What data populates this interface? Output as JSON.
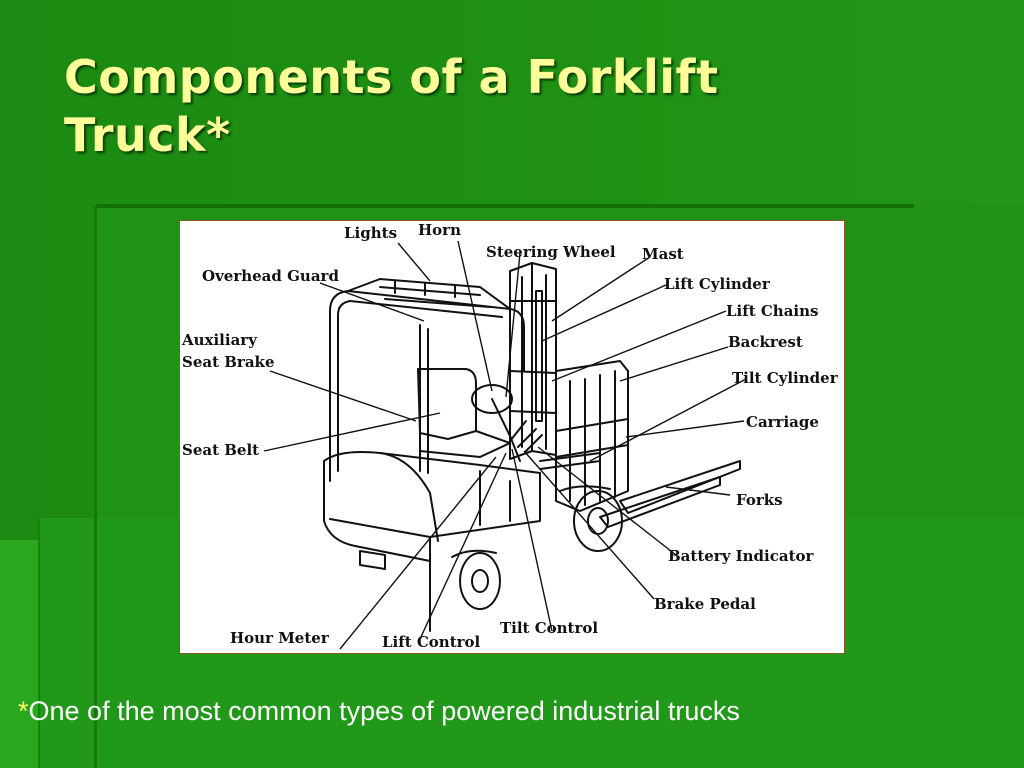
{
  "slide": {
    "title_line1": "Components of a Forklift",
    "title_line2": "Truck*",
    "footnote_marker": "*",
    "footnote_text": "One of the most common types of powered industrial trucks"
  },
  "diagram": {
    "labels": {
      "lights": "Lights",
      "horn": "Horn",
      "steering_wheel": "Steering Wheel",
      "mast": "Mast",
      "overhead_guard": "Overhead Guard",
      "lift_cylinder": "Lift Cylinder",
      "lift_chains": "Lift Chains",
      "auxiliary": "Auxiliary",
      "seat_brake": "Seat Brake",
      "backrest": "Backrest",
      "tilt_cylinder": "Tilt Cylinder",
      "carriage": "Carriage",
      "seat_belt": "Seat Belt",
      "forks": "Forks",
      "battery_indicator": "Battery Indicator",
      "brake_pedal": "Brake Pedal",
      "tilt_control": "Tilt Control",
      "hour_meter": "Hour Meter",
      "lift_control": "Lift Control"
    }
  },
  "colors": {
    "background": "#1f9114",
    "title": "#ffff99",
    "footnote": "#ffffff",
    "footnote_marker": "#ffff66"
  }
}
